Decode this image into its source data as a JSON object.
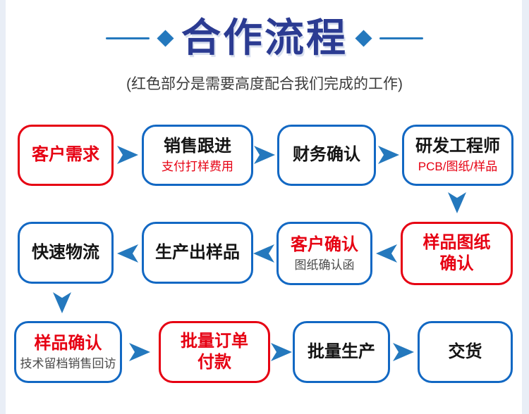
{
  "header": {
    "title": "合作流程",
    "subtitle": "(红色部分是需要高度配合我们完成的工作)"
  },
  "colors": {
    "title_navy": "#2b3b92",
    "accent_blue": "#2478bd",
    "box_border_blue": "#1268c3",
    "highlight_red": "#e60012",
    "text_dark": "#141414",
    "sub_text_gray": "#4a4a4a",
    "edge_strip": "#e9eef6",
    "background": "#ffffff"
  },
  "icons": {
    "arrow_right": "dart-right",
    "arrow_left": "dart-left",
    "arrow_down": "dart-down",
    "diamond": "◆"
  },
  "flow": {
    "boxes": [
      {
        "title": "客户需求"
      },
      {
        "title": "销售跟进",
        "subtitle": "支付打样费用"
      },
      {
        "title": "财务确认"
      },
      {
        "title": "研发工程师",
        "subtitle": "PCB/图纸/样品"
      },
      {
        "title": "样品图纸",
        "title2": "确认"
      },
      {
        "title": "客户确认",
        "subtitle": "图纸确认函"
      },
      {
        "title": "生产出样品"
      },
      {
        "title": "快速物流"
      },
      {
        "title": "样品确认",
        "subtitle": "技术留档销售回访"
      },
      {
        "title": "批量订单",
        "title2": "付款"
      },
      {
        "title": "批量生产"
      },
      {
        "title": "交货"
      }
    ]
  }
}
